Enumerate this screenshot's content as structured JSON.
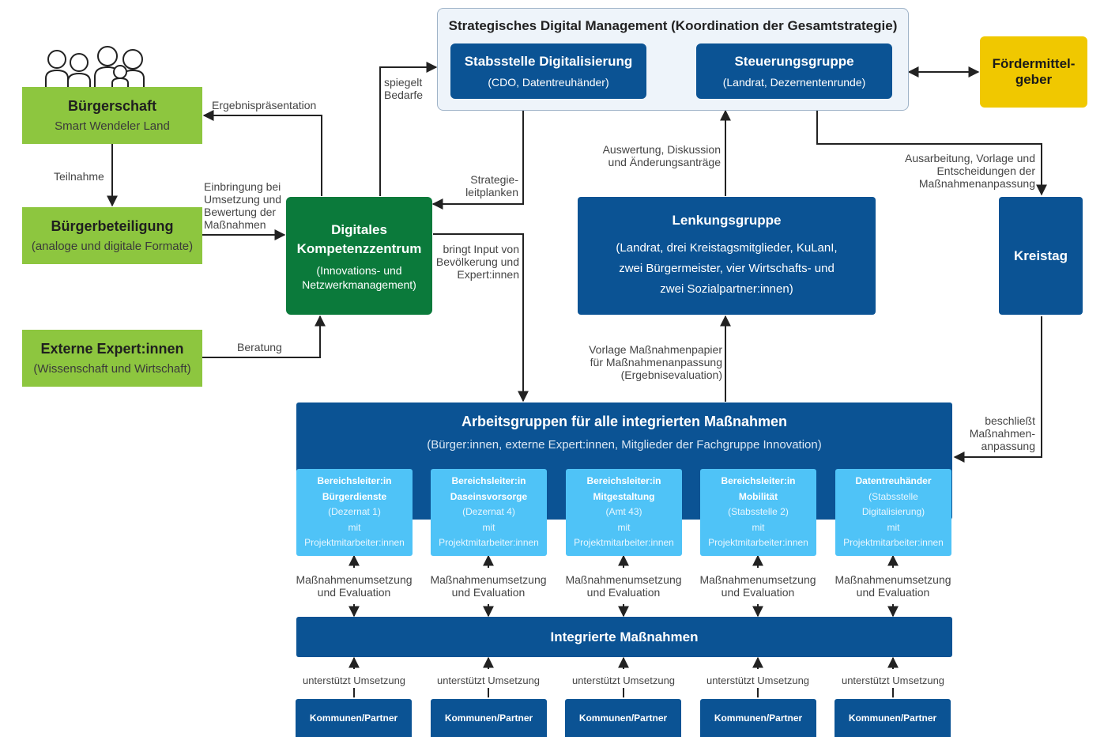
{
  "top": {
    "title": "Strategisches Digital Management (Koordination der Gesamtstrategie)",
    "stabsstelle": {
      "title": "Stabsstelle Digitalisierung",
      "sub": "(CDO, Datentreuhänder)"
    },
    "steuerung": {
      "title": "Steuerungsgruppe",
      "sub": "(Landrat, Dezernentenrunde)"
    }
  },
  "foerder": {
    "line1": "Fördermittel-",
    "line2": "geber"
  },
  "buergerschaft": {
    "title": "Bürgerschaft",
    "sub": "Smart Wendeler Land"
  },
  "buergerbeteiligung": {
    "title": "Bürgerbeteiligung",
    "sub": "(analoge und digitale Formate)"
  },
  "externe": {
    "title": "Externe Expert:innen",
    "sub": "(Wissenschaft und Wirtschaft)"
  },
  "dkz": {
    "line1": "Digitales",
    "line2": "Kompetenzzentrum",
    "sub1": "(Innovations- und",
    "sub2": "Netzwerkmanagement)"
  },
  "lenkung": {
    "title": "Lenkungsgruppe",
    "sub1": "(Landrat, drei Kreistagsmitglieder, KuLanI,",
    "sub2": "zwei Bürgermeister,  vier Wirtschafts- und",
    "sub3": "zwei Sozialpartner:innen)"
  },
  "kreistag": {
    "title": "Kreistag"
  },
  "arbeitsgruppen": {
    "title": "Arbeitsgruppen für alle integrierten Maßnahmen",
    "sub": "(Bürger:innen, externe Expert:innen, Mitglieder der Fachgruppe Innovation)"
  },
  "bereiche": [
    {
      "l1": "Bereichsleiter:in",
      "l2": "Bürgerdienste",
      "l3": "(Dezernat 1)",
      "l4": "mit",
      "l5": "Projektmitarbeiter:innen"
    },
    {
      "l1": "Bereichsleiter:in",
      "l2": "Daseinsvorsorge",
      "l3": "(Dezernat 4)",
      "l4": "mit",
      "l5": "Projektmitarbeiter:innen"
    },
    {
      "l1": "Bereichsleiter:in",
      "l2": "Mitgestaltung",
      "l3": "(Amt 43)",
      "l4": "mit",
      "l5": "Projektmitarbeiter:innen"
    },
    {
      "l1": "Bereichsleiter:in",
      "l2": "Mobilität",
      "l3": "(Stabsstelle 2)",
      "l4": "mit",
      "l5": "Projektmitarbeiter:innen"
    },
    {
      "l1": "Datentreuhänder",
      "l2": "",
      "l3": "(Stabsstelle",
      "l4": "Digitalisierung)",
      "l5": "mit",
      "l6": "Projektmitarbeiter:innen"
    }
  ],
  "massnahmen_label": {
    "l1": "Maßnahmenumsetzung",
    "l2": "und Evaluation"
  },
  "integrierte": {
    "title": "Integrierte Maßnahmen"
  },
  "unterstuetzt": "unterstützt Umsetzung",
  "kommunen": "Kommunen/Partner",
  "labels": {
    "ergebnis": "Ergebnispräsentation",
    "teilnahme": "Teilnahme",
    "einbringung1": "Einbringung bei",
    "einbringung2": "Umsetzung und",
    "einbringung3": "Bewertung der",
    "einbringung4": "Maßnahmen",
    "beratung": "Beratung",
    "spiegelt1": "spiegelt",
    "spiegelt2": "Bedarfe",
    "strategie1": "Strategie-",
    "strategie2": "leitplanken",
    "bringt1": "bringt Input von",
    "bringt2": "Bevölkerung und",
    "bringt3": "Expert:innen",
    "auswertung1": "Auswertung, Diskussion",
    "auswertung2": "und Änderungsanträge",
    "ausarbeitung1": "Ausarbeitung, Vorlage und",
    "ausarbeitung2": "Entscheidungen der",
    "ausarbeitung3": "Maßnahmenanpassung",
    "vorlage1": "Vorlage Maßnahmenpapier",
    "vorlage2": "für Maßnahmenanpassung",
    "vorlage3": "(Ergebnisevaluation)",
    "beschliesst1": "beschließt",
    "beschliesst2": "Maßnahmen-",
    "beschliesst3": "anpassung"
  },
  "colors": {
    "green": "#8dc63f",
    "dark_green": "#0b7a3b",
    "blue": "#0b5394",
    "light_blue": "#4fc3f7",
    "yellow": "#f0c800"
  }
}
